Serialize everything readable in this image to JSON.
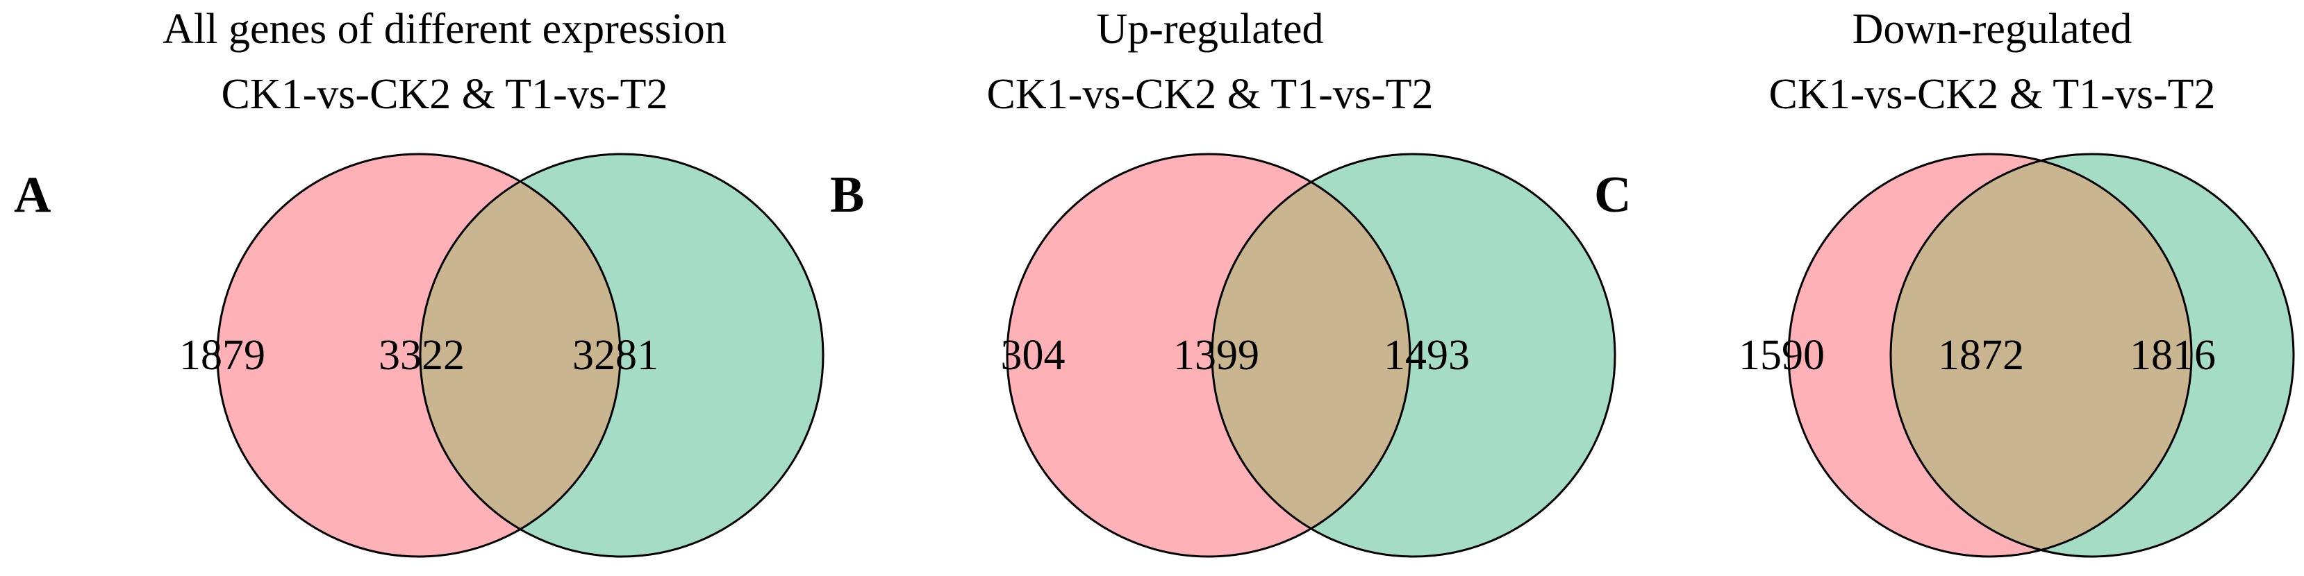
{
  "colors": {
    "left_set": "#ffb1b8",
    "right_set": "#a5dcc6",
    "overlap": "#c9b58f",
    "outline": "#000000",
    "text": "#000000"
  },
  "panels": [
    {
      "letter": "A",
      "title_line1": "All genes of different expression",
      "title_line2": "CK1-vs-CK2 & T1-vs-T2",
      "left_only": "1879",
      "overlap": "3322",
      "right_only": "3281"
    },
    {
      "letter": "B",
      "title_line1": "Up-regulated",
      "title_line2": "CK1-vs-CK2 & T1-vs-T2",
      "left_only": "304",
      "overlap": "1399",
      "right_only": "1493"
    },
    {
      "letter": "C",
      "title_line1": "Down-regulated",
      "title_line2": "CK1-vs-CK2 & T1-vs-T2",
      "left_only": "1590",
      "overlap": "1872",
      "right_only": "1816"
    }
  ]
}
